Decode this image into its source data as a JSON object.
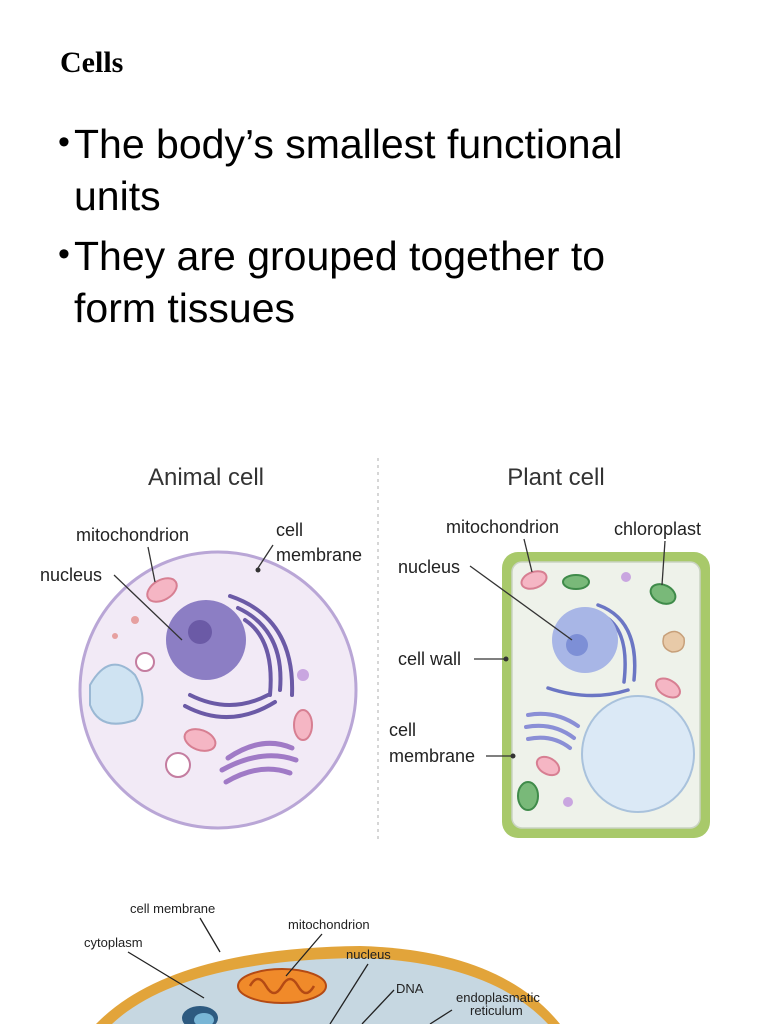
{
  "slide": {
    "title": "Cells",
    "bullets": [
      {
        "line1": "The body’s smallest functional",
        "line2": "units"
      },
      {
        "line1": "They are grouped together to",
        "line2": "form tissues"
      }
    ]
  },
  "figure_cells": {
    "animal_title": "Animal cell",
    "plant_title": "Plant cell",
    "animal_labels": {
      "mitochondrion": "mitochondrion",
      "nucleus": "nucleus",
      "cell_membrane_1": "cell",
      "cell_membrane_2": "membrane"
    },
    "plant_labels": {
      "mitochondrion": "mitochondrion",
      "chloroplast": "chloroplast",
      "nucleus": "nucleus",
      "cell_wall": "cell wall",
      "cell_membrane_1": "cell",
      "cell_membrane_2": "membrane"
    }
  },
  "figure_detail": {
    "labels": {
      "cell_membrane": "cell membrane",
      "mitochondrion": "mitochondrion",
      "cytoplasm": "cytoplasm",
      "nucleus": "nucleus",
      "dna": "DNA",
      "er_1": "endoplasmatic",
      "er_2": "reticulum"
    }
  }
}
